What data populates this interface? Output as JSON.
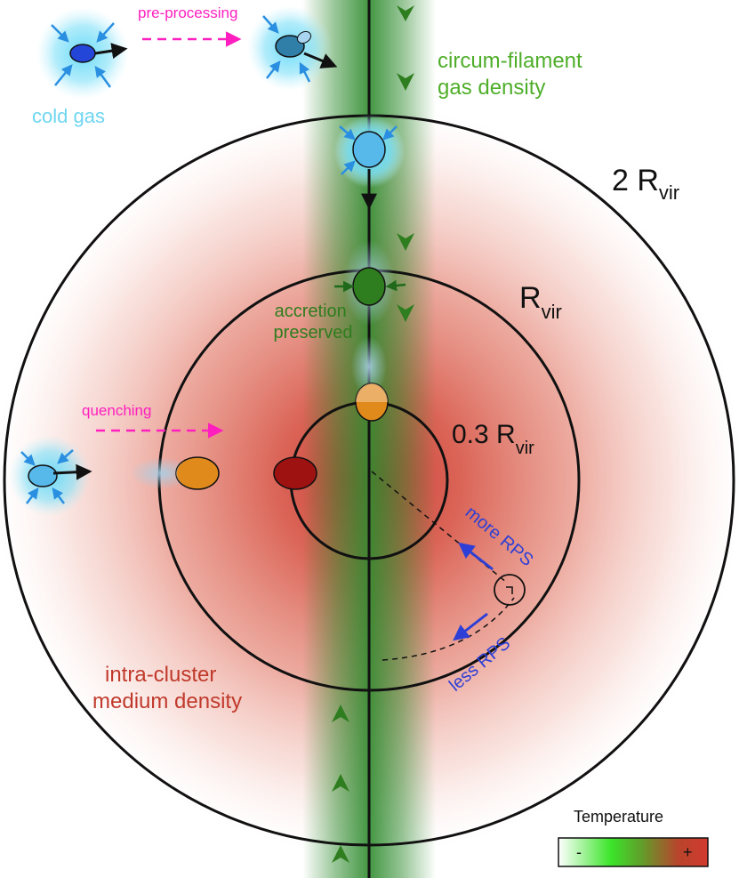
{
  "labels": {
    "cold_gas": "cold gas",
    "pre_processing": "pre-processing",
    "circum_filament": [
      "circum-filament",
      "gas density"
    ],
    "two_rvir_prefix": "2 R",
    "rvir_prefix": "R",
    "point3_rvir_prefix": "0.3 R",
    "vir_subscript": "vir",
    "accretion_preserved": [
      "accretion",
      "preserved"
    ],
    "quenching": "quenching",
    "more_rps": "more RPS",
    "less_rps": "less RPS",
    "icm_density": [
      "intra-cluster",
      "medium density"
    ]
  },
  "legend": {
    "title": "Temperature",
    "minus": "-",
    "plus": "+"
  },
  "colors": {
    "cold_gas_text": "#6fd6f0",
    "pre_processing_arrow": "#ff1fbf",
    "filament_green": "#2e8b2e",
    "filament_text": "#4fae2a",
    "accretion_text": "#2e7d1e",
    "icm_red": "#d84a3a",
    "icm_text": "#c0392b",
    "rps_blue": "#2d3fd6",
    "galaxy_blue": "#3fa9e0",
    "galaxy_orange": "#e08a1c",
    "galaxy_red": "#9e1212",
    "galaxy_green": "#2e7d1e"
  }
}
